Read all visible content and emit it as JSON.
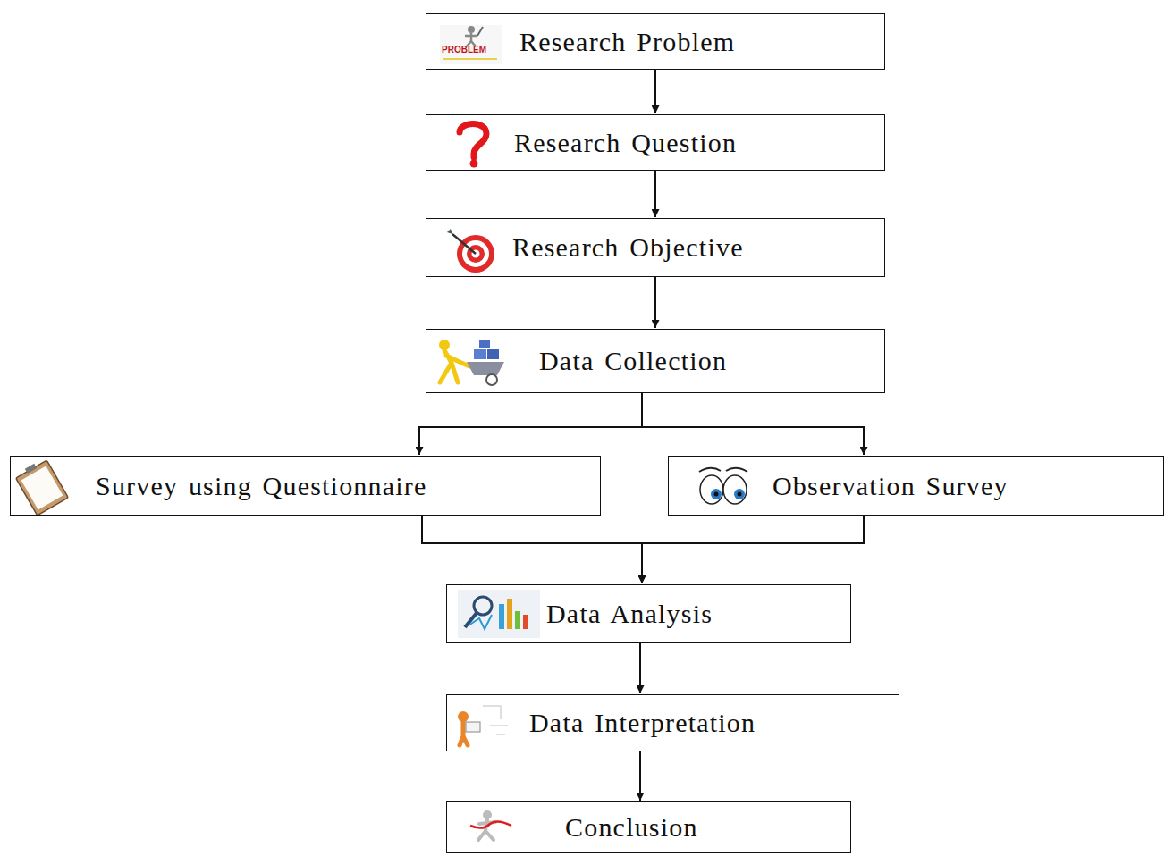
{
  "diagram": {
    "nodes": [
      {
        "text": [
          "Research Problem"
        ]
      },
      {
        "text": [
          "Research Question"
        ]
      },
      {
        "text": [
          "Research Objective"
        ]
      },
      {
        "text": [
          "Data Collection"
        ]
      },
      {
        "text": [
          "Survey using Questionnaire"
        ]
      },
      {
        "text": [
          "Observation Survey"
        ]
      },
      {
        "text": [
          "Data Analysis"
        ]
      },
      {
        "text": [
          "Data Interpretation"
        ]
      },
      {
        "text": [
          "Conclusion"
        ]
      }
    ],
    "edges": [
      {
        "from": 0,
        "to": 1,
        "arrow": "to"
      },
      {
        "from": 1,
        "to": 2,
        "arrow": "to"
      },
      {
        "from": 2,
        "to": 3,
        "arrow": "to"
      },
      {
        "from": 3,
        "to": 4,
        "arrow": "to"
      },
      {
        "from": 3,
        "to": 5,
        "arrow": "to"
      },
      {
        "from": 4,
        "to": 6,
        "arrow": "to"
      },
      {
        "from": 5,
        "to": 6,
        "arrow": "to"
      },
      {
        "from": 6,
        "to": 7,
        "arrow": "to"
      },
      {
        "from": 7,
        "to": 8,
        "arrow": "to"
      }
    ],
    "labels": [
      "PROBLEM"
    ]
  }
}
